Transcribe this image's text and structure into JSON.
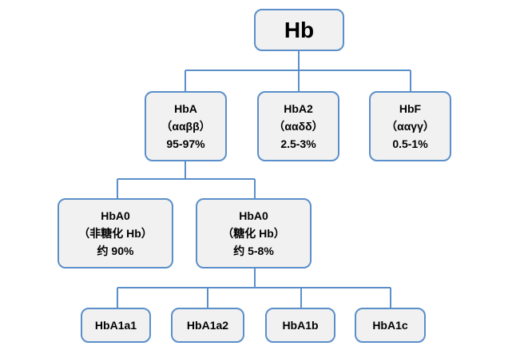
{
  "root": {
    "label": "Hb"
  },
  "level1": [
    {
      "name": "HbA",
      "chains": "（ααββ）",
      "share": "95-97%"
    },
    {
      "name": "HbA2",
      "chains": "（ααδδ）",
      "share": "2.5-3%"
    },
    {
      "name": "HbF",
      "chains": "（ααγγ）",
      "share": "0.5-1%"
    }
  ],
  "level2": [
    {
      "name": "HbA0",
      "type": "（非糖化 Hb）",
      "share": "约 90%"
    },
    {
      "name": "HbA0",
      "type": "（糖化 Hb）",
      "share": "约 5-8%"
    }
  ],
  "level3": [
    {
      "name": "HbA1a1"
    },
    {
      "name": "HbA1a2"
    },
    {
      "name": "HbA1b"
    },
    {
      "name": "HbA1c"
    }
  ],
  "colors": {
    "node_border": "#5b8fc9",
    "node_fill": "#f1f1f1",
    "connector": "#5b8fc9"
  }
}
